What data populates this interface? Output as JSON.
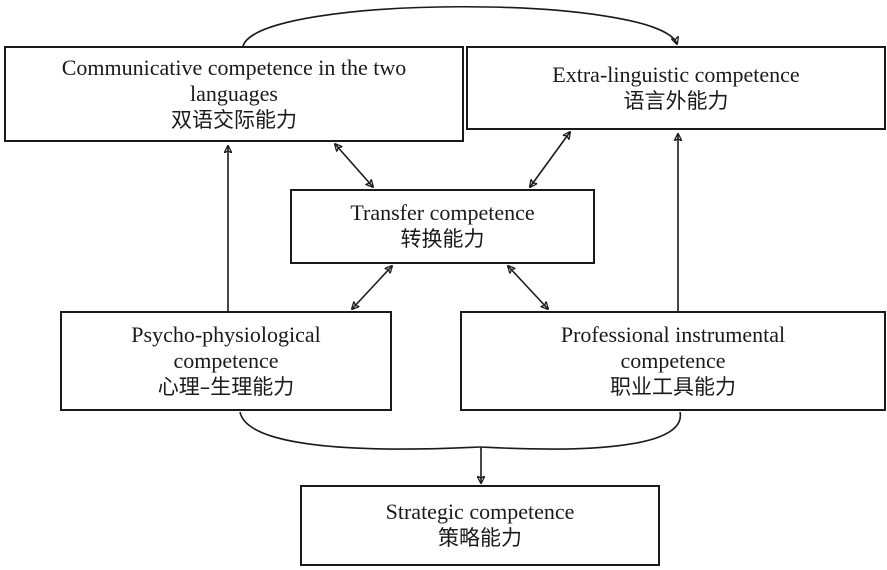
{
  "boxes": {
    "communicative": {
      "en": "Communicative competence in the two languages",
      "zh": "双语交际能力"
    },
    "extra_linguistic": {
      "en": "Extra-linguistic competence",
      "zh": "语言外能力"
    },
    "transfer": {
      "en": "Transfer competence",
      "zh": "转换能力"
    },
    "psycho_physiological": {
      "en": "Psycho-physiological competence",
      "zh": "心理–生理能力"
    },
    "professional": {
      "en": "Professional instrumental competence",
      "zh": "职业工具能力"
    },
    "strategic": {
      "en": "Strategic competence",
      "zh": "策略能力"
    }
  },
  "colors": {
    "stroke": "#1a1a1a",
    "background": "#ffffff"
  }
}
